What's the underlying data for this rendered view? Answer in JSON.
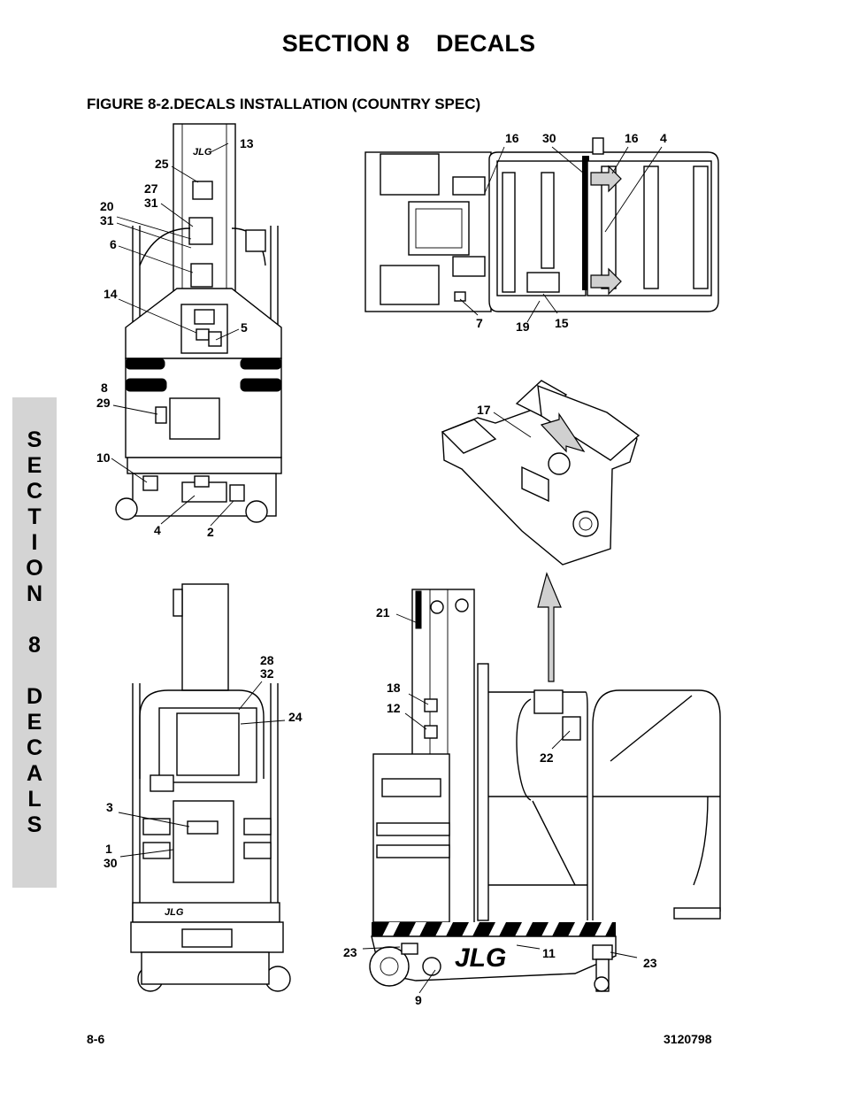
{
  "header": {
    "section_label": "SECTION 8",
    "section_name": "DECALS"
  },
  "figure": {
    "title": "FIGURE 8-2.DECALS INSTALLATION (COUNTRY SPEC)"
  },
  "side_tab": {
    "letters": [
      "S",
      "E",
      "C",
      "T",
      "I",
      "O",
      "N",
      "",
      "8",
      "",
      "D",
      "E",
      "C",
      "A",
      "L",
      "S"
    ]
  },
  "callouts": {
    "c13": "13",
    "c25": "25",
    "c27": "27",
    "c31a": "31",
    "c20": "20",
    "c31b": "31",
    "c6": "6",
    "c14": "14",
    "c5": "5",
    "c8": "8",
    "c29": "29",
    "c10": "10",
    "c4a": "4",
    "c2": "2",
    "c16a": "16",
    "c30a": "30",
    "c16b": "16",
    "c4b": "4",
    "c7": "7",
    "c19": "19",
    "c15": "15",
    "c17": "17",
    "c28": "28",
    "c32": "32",
    "c24": "24",
    "c3": "3",
    "c1": "1",
    "c30b": "30",
    "c21": "21",
    "c18": "18",
    "c12": "12",
    "c22": "22",
    "c23a": "23",
    "c11": "11",
    "c23b": "23",
    "c9": "9"
  },
  "logos": {
    "brand": "JLG"
  },
  "footer": {
    "page_number": "8-6",
    "document_number": "3120798"
  }
}
